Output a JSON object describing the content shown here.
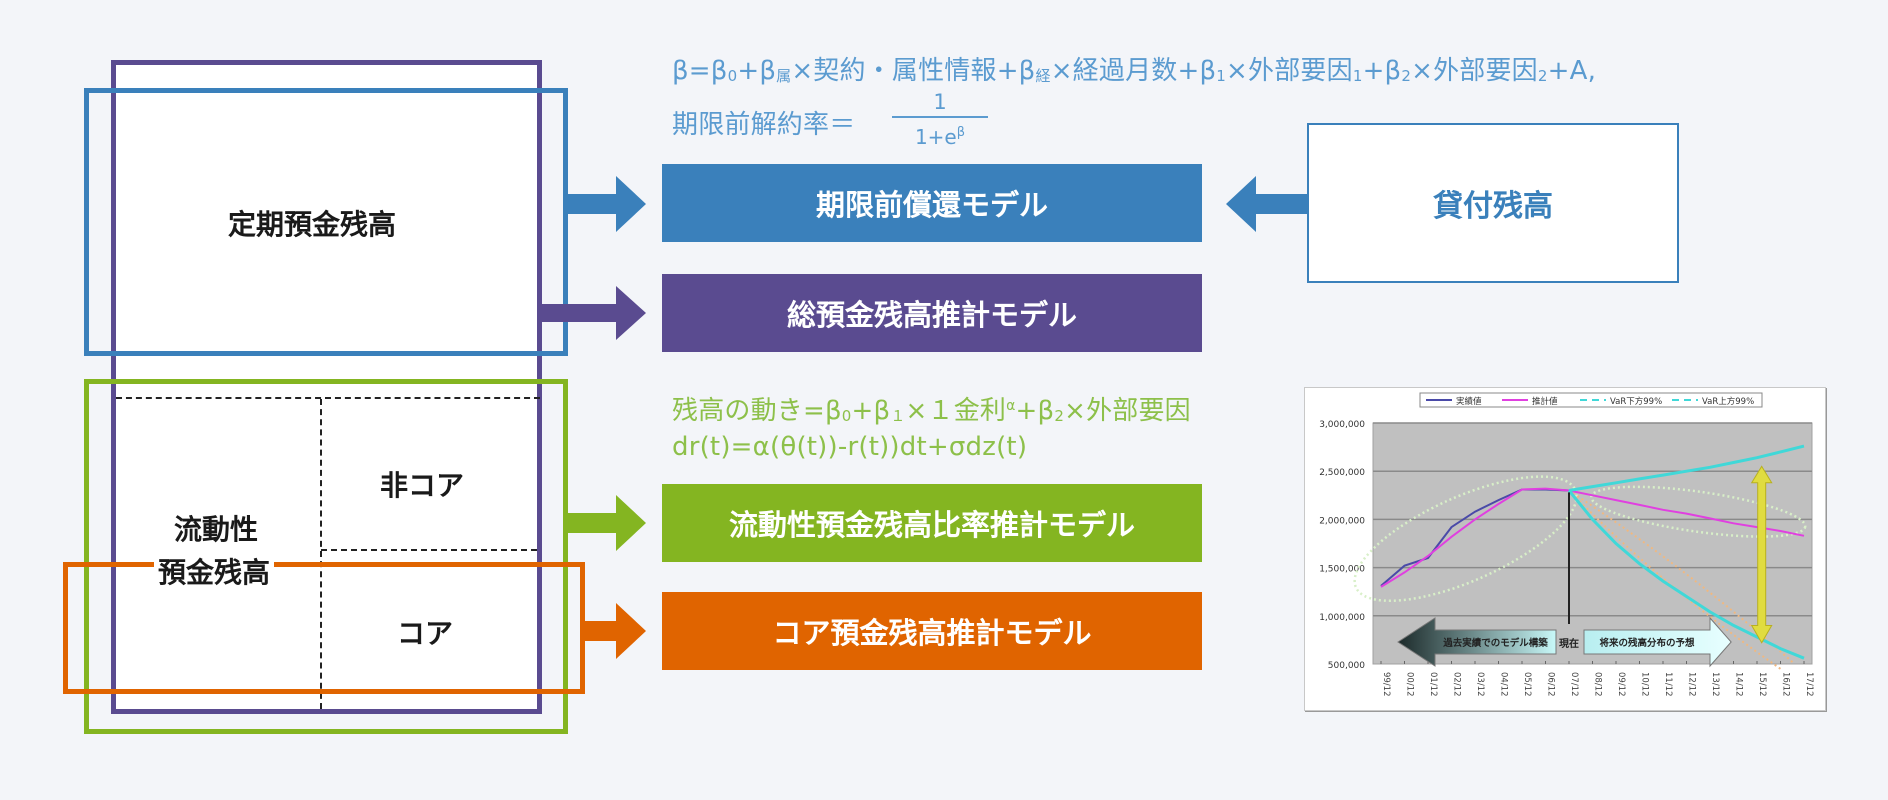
{
  "colors": {
    "background": "#f3f5f9",
    "blue": "#3a80bb",
    "purple": "#5a4b90",
    "green": "#84b521",
    "orange": "#e06400",
    "formula_blue": "#5b9bd0",
    "formula_green": "#8dc04a",
    "text_dark": "#1a1a1a"
  },
  "left_diagram": {
    "time_deposit_label": "定期預金残高",
    "liquid_deposit_label_line1": "流動性",
    "liquid_deposit_label_line2": "預金残高",
    "non_core_label": "非コア",
    "core_label": "コア"
  },
  "formulas": {
    "prepayment_line1": {
      "parts": [
        "β=β",
        "0",
        "+β",
        "属",
        "×契約・属性情報+β",
        "経",
        "×経過月数+β",
        "1",
        "×外部要因",
        "1",
        "+β",
        "2",
        "×外部要因",
        "2",
        "+A,"
      ]
    },
    "prepayment_line2_label": "期限前解約率＝",
    "prepayment_numerator": "1",
    "prepayment_denominator_base": "1+e",
    "prepayment_denominator_exp": "β",
    "balance_line1": {
      "parts": [
        "残高の動き=β",
        "0",
        "+β",
        "１",
        "×１金利",
        "α",
        "+β",
        "2",
        "×外部要因"
      ]
    },
    "balance_line2": "dr(t)=α(θ(t))-r(t))dt+σdz(t)"
  },
  "models": {
    "prepayment": "期限前償還モデル",
    "total_deposit": "総預金残高推計モデル",
    "liquid_ratio": "流動性預金残高比率推計モデル",
    "core_deposit": "コア預金残高推計モデル"
  },
  "loan_balance_label": "貸付残高",
  "chart_data": {
    "type": "line",
    "title": "",
    "xlabel": "",
    "ylabel": "",
    "categories": [
      "99/12",
      "00/12",
      "01/12",
      "02/12",
      "03/12",
      "04/12",
      "05/12",
      "06/12",
      "07/12",
      "08/12",
      "09/12",
      "10/12",
      "11/12",
      "12/12",
      "13/12",
      "14/12",
      "15/12",
      "16/12",
      "17/12"
    ],
    "ylim": [
      500000,
      3000000
    ],
    "yticks": [
      "3,000,000",
      "2,500,000",
      "2,000,000",
      "1,500,000",
      "1,000,000",
      "500,000"
    ],
    "ytick_values": [
      3000000,
      2500000,
      2000000,
      1500000,
      1000000,
      500000
    ],
    "grid": true,
    "legend_position": "top",
    "series": [
      {
        "name": "実績値",
        "color": "#4a4aa8",
        "dash": false,
        "values": [
          1310000,
          1520000,
          1600000,
          1920000,
          2080000,
          2200000,
          2310000,
          2310000,
          2300000,
          null,
          null,
          null,
          null,
          null,
          null,
          null,
          null,
          null,
          null
        ]
      },
      {
        "name": "推計値",
        "color": "#e040e0",
        "dash": false,
        "values": [
          1300000,
          1450000,
          1620000,
          1820000,
          2000000,
          2160000,
          2310000,
          2320000,
          2300000,
          2250000,
          2200000,
          2150000,
          2100000,
          2060000,
          2010000,
          1960000,
          1920000,
          1880000,
          1830000
        ]
      },
      {
        "name": "VaR下方99%",
        "color": "#40d8d8",
        "dash": true,
        "values": [
          null,
          null,
          null,
          null,
          null,
          null,
          null,
          null,
          2300000,
          2000000,
          1750000,
          1540000,
          1360000,
          1200000,
          1040000,
          900000,
          780000,
          660000,
          560000
        ]
      },
      {
        "name": "VaR上方99%",
        "color": "#40d8d8",
        "dash": true,
        "values": [
          null,
          null,
          null,
          null,
          null,
          null,
          null,
          null,
          2300000,
          2340000,
          2380000,
          2420000,
          2460000,
          2500000,
          2540000,
          2590000,
          2640000,
          2700000,
          2760000
        ]
      }
    ],
    "annotations": {
      "now_label": "現在",
      "past_arrow_label": "過去実績でのモデル構築",
      "future_arrow_label": "将来の残高分布の予想",
      "now_index": 8
    }
  }
}
